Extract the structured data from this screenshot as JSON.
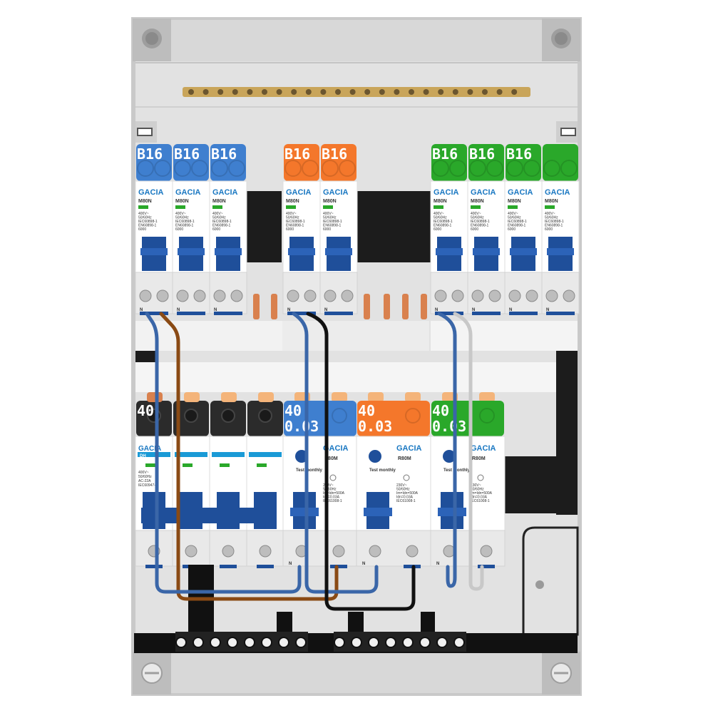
{
  "colors": {
    "enclosure": "#e2e2e2",
    "frame": "#bdbdbd",
    "blue": "#3f7fcf",
    "orange": "#f4772b",
    "green": "#2aa82a",
    "black": "#2b2b2b",
    "toggle": "#1f4f9a",
    "brass": "#c9a55a",
    "copper": "#d9814e",
    "wire_blue": "#3a66a8",
    "wire_brown": "#8a4a14",
    "wire_black": "#111111",
    "wire_grey": "#c8c8c8"
  },
  "top_row": {
    "mcbs": [
      {
        "rating": "B16",
        "color": "blue",
        "brand": "GACIA",
        "model": "M80N"
      },
      {
        "rating": "B16",
        "color": "blue",
        "brand": "GACIA",
        "model": "M80N"
      },
      {
        "rating": "B16",
        "color": "blue",
        "brand": "GACIA",
        "model": "M80N"
      },
      {
        "rating": "B16",
        "color": "orange",
        "brand": "GACIA",
        "model": "M80N"
      },
      {
        "rating": "B16",
        "color": "orange",
        "brand": "GACIA",
        "model": "M80N"
      },
      {
        "rating": "B16",
        "color": "green",
        "brand": "GACIA",
        "model": "M80N"
      },
      {
        "rating": "B16",
        "color": "green",
        "brand": "GACIA",
        "model": "M80N"
      },
      {
        "rating": "B16",
        "color": "green",
        "brand": "GACIA",
        "model": "M80N"
      },
      {
        "rating": "",
        "color": "green",
        "brand": "GACIA",
        "model": "M80N"
      }
    ],
    "neutral_mark": "N"
  },
  "bottom_row": {
    "main_switch": {
      "rating": "40",
      "brand": "GACIA",
      "model": "DH"
    },
    "rcds": [
      {
        "rating": "40",
        "sensitivity": "0.03",
        "color": "blue",
        "brand": "GACIA",
        "model": "R80M",
        "test_label": "Test monthly"
      },
      {
        "rating": "40",
        "sensitivity": "0.03",
        "color": "orange",
        "brand": "GACIA",
        "model": "R80M",
        "test_label": "Test monthly"
      },
      {
        "rating": "40",
        "sensitivity": "0.03",
        "color": "green",
        "brand": "GACIA",
        "model": "R80M",
        "test_label": "Test monthly"
      }
    ],
    "neutral_mark": "N"
  },
  "fine_print": {
    "mcb": [
      "400V~",
      "50/60Hz",
      "IEC60898-1",
      "EN60898-1",
      "6000"
    ],
    "rcd": [
      "230V~",
      "50/60Hz",
      "Im=Idn=500A",
      "Idn=0.03A",
      "IEC61008-1"
    ],
    "main": [
      "400V~",
      "50/60Hz",
      "AC-22A",
      "IEC60947-3"
    ]
  }
}
